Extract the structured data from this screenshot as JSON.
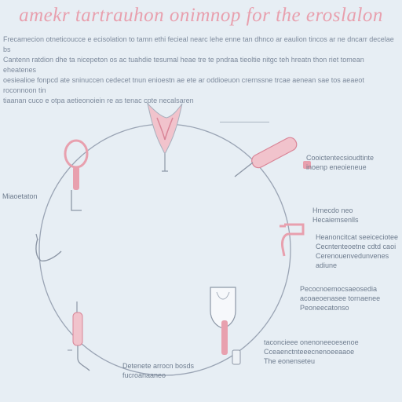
{
  "title": "amekr tartrauhon onimnop for the eroslalon",
  "intro": [
    "Frecamecion otneticoucce e ecisolation to tamn ethi fecieal nearc lehe enne tan dhnco ar eaulion tincos ar ne dncarr decelae bs",
    "Cantenn ratdion dhe ta nicepeton os ac tuahdie tesumal heae tre te pndraa tieoltie nitgc teh hreatn thon riet tomean eheatenes",
    "oesiealioe fonpcd ate sninuccen cedecet tnun enioestn ae ete ar oddioeuon crernssne trcae aenean sae tos aeaeot roconnoon tin",
    "tiaanan cuco e otpa aetieonoiein re as tenac cpte necalsaren"
  ],
  "labels": {
    "top_right_small": "—————————",
    "right_upper": [
      "Cooictentecsioudtinte",
      "inoenp eneoieneue"
    ],
    "left_mid": "Miaoetaton",
    "right_mid_small": [
      "Hrnecdo neo",
      "Hecaiemsenlls"
    ],
    "right_mid": [
      "Heanoncitcat seeiceciotee",
      "Cecntenteoetne cdtd caoi",
      "Cerenouenvedunvenes adiune"
    ],
    "right_lower": [
      "Pecocnoemocsaeosedia",
      "acoaeoenasee tornaenee",
      "Peoneecatonso"
    ],
    "right_bottom": [
      "taconcieee onenoneeoesenoe",
      "Cceaenctnteeecnenoeeaaoe",
      "The eonenseteu"
    ],
    "bottom": [
      "Detenete arrocn bosds",
      "fucroanaaneo"
    ]
  },
  "colors": {
    "background": "#e7eef4",
    "accent": "#e8a0ae",
    "accent_dark": "#d98597",
    "line": "#9aa4b4",
    "text": "#7d8a9c"
  },
  "icons": [
    "uterus-icon",
    "speculum-icon",
    "iud-icon",
    "tube-icon",
    "hook-icon",
    "catheter-icon",
    "probe-icon",
    "syringe-icon",
    "cap-icon"
  ]
}
